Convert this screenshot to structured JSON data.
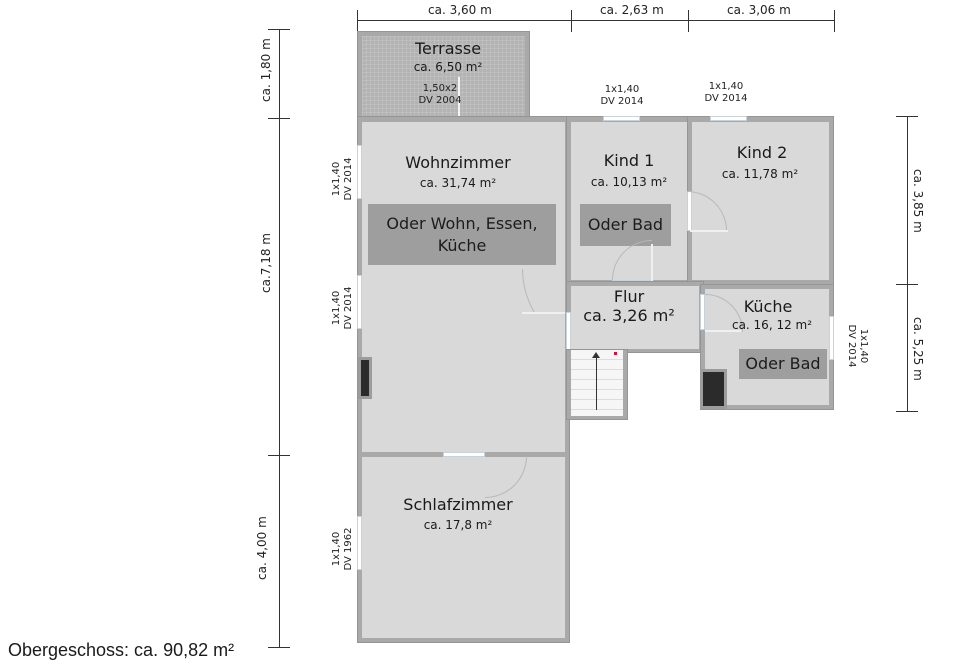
{
  "colors": {
    "floor": "#d9d9d9",
    "wall": "#a9a9a9",
    "overlay": "#9e9e9e",
    "stove": "#2b2b2b",
    "stair_marker": "#d0103a"
  },
  "dimensions": {
    "top": [
      "ca. 3,60 m",
      "ca. 2,63 m",
      "ca. 3,06 m"
    ],
    "left": [
      "ca. 1,80 m",
      "ca.7,18 m",
      "ca. 4,00 m"
    ],
    "right": [
      "ca. 3,85 m",
      "ca. 5,25 m"
    ]
  },
  "rooms": {
    "terrasse": {
      "name": "Terrasse",
      "area": "ca. 6,50 m²"
    },
    "wohnzimmer": {
      "name": "Wohnzimmer",
      "area": "ca. 31,74 m²",
      "overlay": "Oder Wohn, Essen, Küche"
    },
    "kind1": {
      "name": "Kind 1",
      "area": "ca. 10,13 m²",
      "overlay": "Oder Bad"
    },
    "kind2": {
      "name": "Kind 2",
      "area": "ca. 11,78 m²"
    },
    "flur": {
      "name": "Flur",
      "area": "ca. 3,26 m²"
    },
    "kueche": {
      "name": "Küche",
      "area": "ca. 16, 12 m²",
      "overlay": "Oder Bad"
    },
    "schlafzimmer": {
      "name": "Schlafzimmer",
      "area": "ca. 17,8 m²"
    }
  },
  "windows": {
    "terrasse_door": {
      "size": "1,50x2",
      "year": "DV 2004"
    },
    "kind1": {
      "size": "1x1,40",
      "year": "DV 2014"
    },
    "kind2": {
      "size": "1x1,40",
      "year": "DV 2014"
    },
    "wohn_upper": {
      "size": "1x1,40",
      "year": "DV 2014"
    },
    "wohn_lower": {
      "size": "1x1,40",
      "year": "DV 2014"
    },
    "kueche": {
      "size": "1x1,40",
      "year": "DV 2014"
    },
    "schlaf": {
      "size": "1x1,40",
      "year": "DV 1962"
    }
  },
  "footer": {
    "total": "Obergeschoss: ca. 90,82 m²"
  }
}
